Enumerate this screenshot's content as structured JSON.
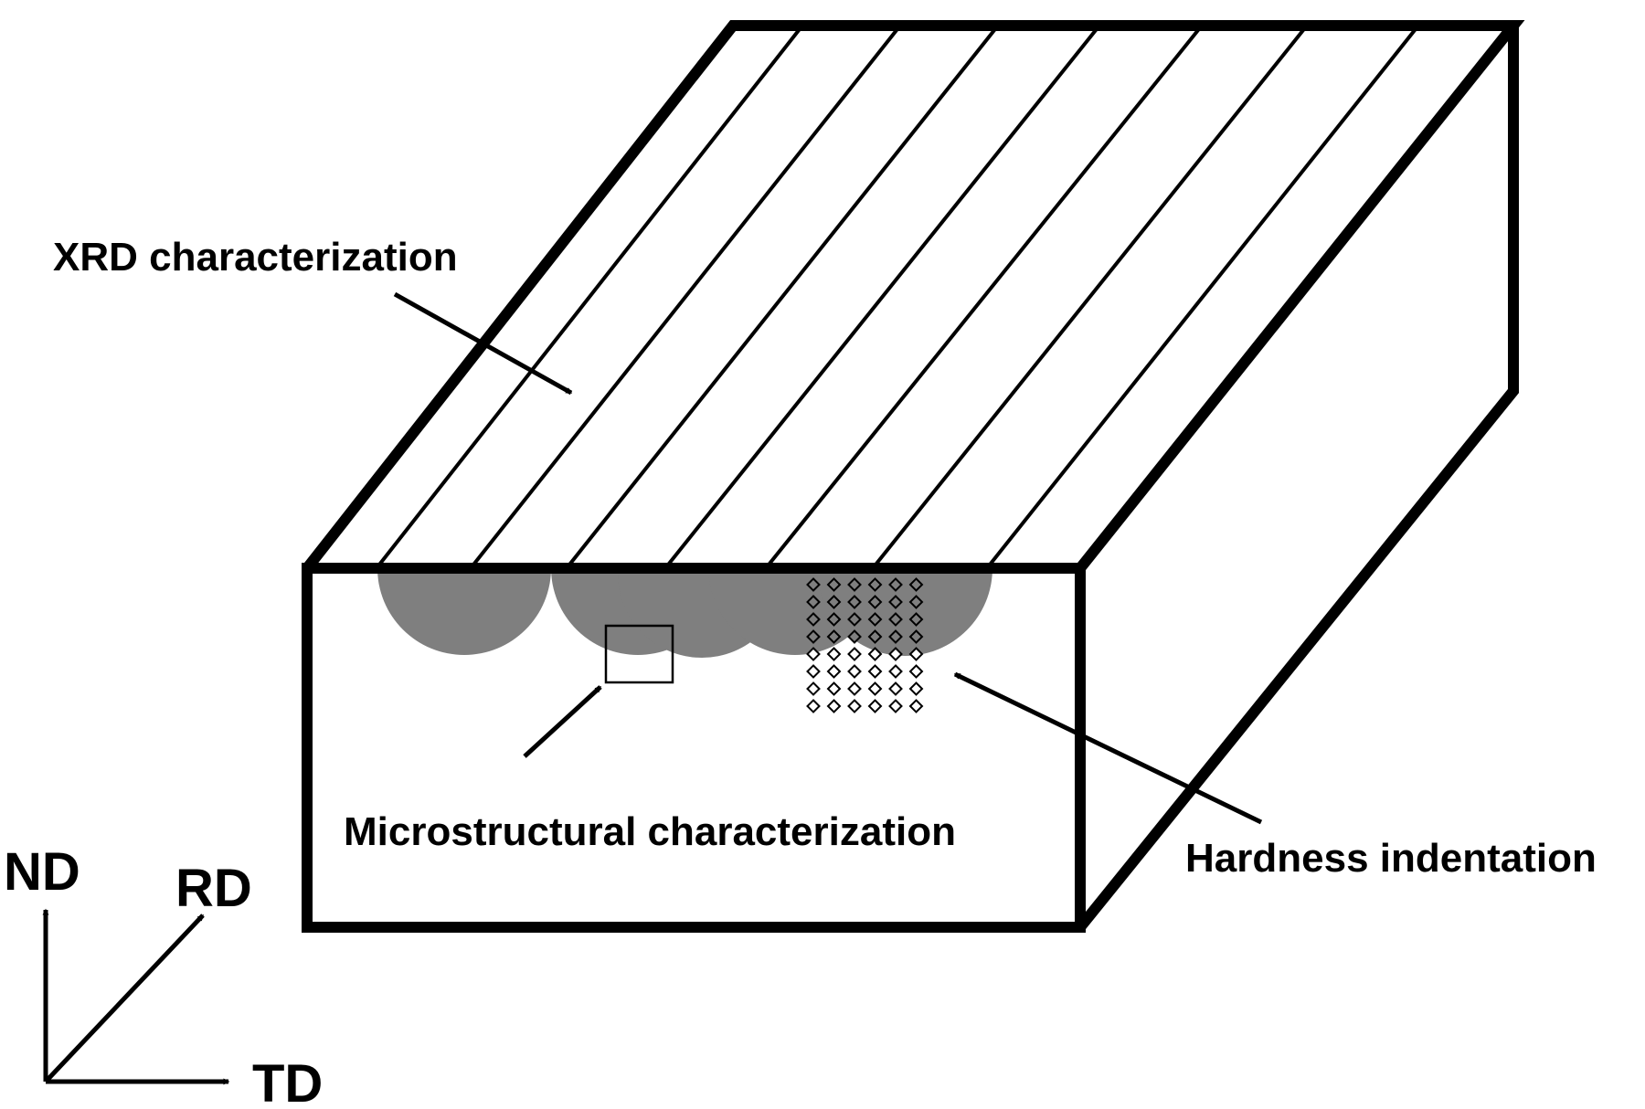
{
  "labels": {
    "xrd": "XRD characterization",
    "microstructural": "Microstructural characterization",
    "hardness": "Hardness indentation"
  },
  "axes": {
    "nd": "ND",
    "rd": "RD",
    "td": "TD"
  },
  "colors": {
    "outline": "#000000",
    "melt_pool": "#7f7f7f",
    "background": "#ffffff"
  },
  "indentation_grid": {
    "columns": 6,
    "rows_in_melt_pool": 4,
    "rows_below_melt_pool": 4
  }
}
